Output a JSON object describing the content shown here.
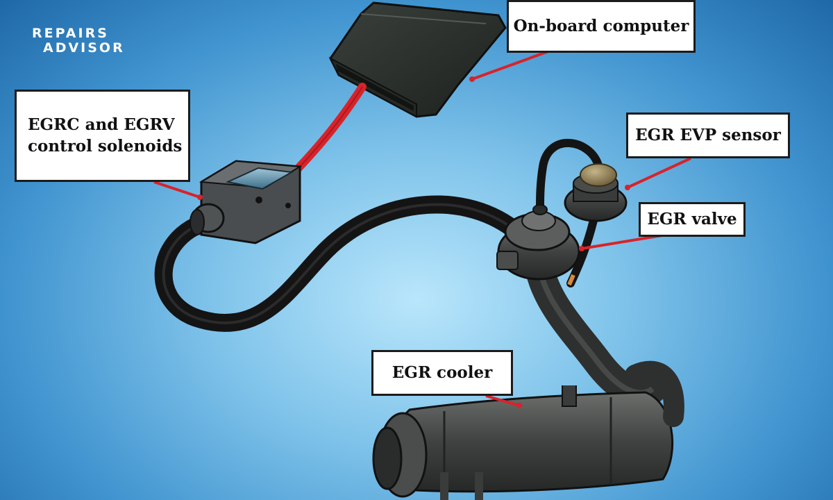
{
  "labels": {
    "onboard_computer": "On-board computer",
    "solenoids_line1": "EGRC and EGRV",
    "solenoids_line2": "control solenoids",
    "evp_sensor": "EGR EVP sensor",
    "egr_valve": "EGR valve",
    "egr_cooler": "EGR cooler"
  },
  "logo": {
    "line1": "REPAIRS",
    "line2": "ADVISOR"
  },
  "colors": {
    "leader": "#d8232a",
    "wire": "#d8232a",
    "hose": "#141414",
    "metal": "#3d3f3d",
    "brass": "#8a7a55",
    "label_border": "#1b1b1b"
  }
}
